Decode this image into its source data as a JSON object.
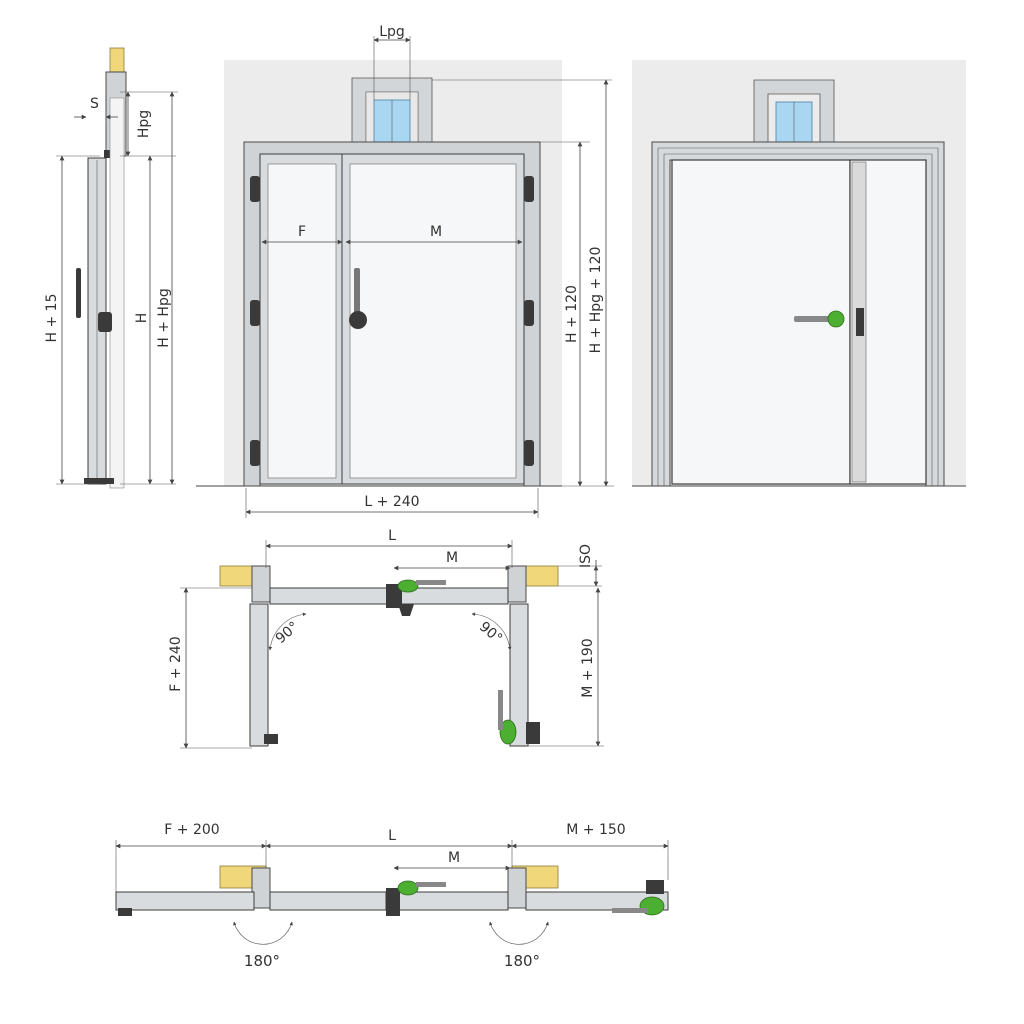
{
  "labels": {
    "side_S": "S",
    "side_Hpg": "Hpg",
    "side_H": "H",
    "side_H15": "H + 15",
    "side_HHpg": "H + Hpg",
    "front_Lpg": "Lpg",
    "front_F": "F",
    "front_M": "M",
    "front_L240": "L + 240",
    "front_H120": "H + 120",
    "front_HHpg120": "H + Hpg + 120",
    "plan90_L": "L",
    "plan90_M": "M",
    "plan90_ISO": "ISO",
    "plan90_F240": "F + 240",
    "plan90_M190": "M + 190",
    "plan90_angle_left": "90°",
    "plan90_angle_right": "90°",
    "plan180_F200": "F + 200",
    "plan180_L": "L",
    "plan180_M": "M",
    "plan180_M150": "M + 150",
    "plan180_angle_left": "180°",
    "plan180_angle_right": "180°"
  },
  "colors": {
    "wall": "#ececec",
    "frame": "#cfd3d6",
    "glass": "#a9d7f2",
    "insulation": "#f0d77a",
    "handle_green": "#4caf32",
    "dark": "#3a3a3a"
  }
}
